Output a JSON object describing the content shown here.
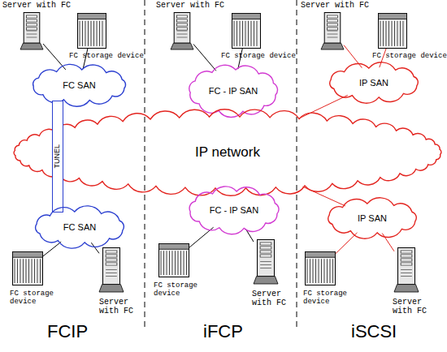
{
  "diagram": {
    "nodes": [
      {
        "text": [
          "Server with FC"
        ]
      },
      {
        "text": [
          "FC storage device"
        ]
      },
      {
        "text": [
          "Server with FC"
        ]
      },
      {
        "text": [
          "FC storage device"
        ]
      },
      {
        "text": [
          "Server with FC"
        ]
      },
      {
        "text": [
          "FC storage device"
        ]
      },
      {
        "text": [
          "FC SAN"
        ]
      },
      {
        "text": [
          "FC - IP SAN"
        ]
      },
      {
        "text": [
          "IP SAN"
        ]
      },
      {
        "text": [
          "IP network"
        ]
      },
      {
        "text": [
          "TUNEL"
        ]
      },
      {
        "text": [
          "FC SAN"
        ]
      },
      {
        "text": [
          "FC - IP SAN"
        ]
      },
      {
        "text": [
          "IP SAN"
        ]
      },
      {
        "text": [
          "FC storage device"
        ]
      },
      {
        "text": [
          "Server with FC"
        ]
      },
      {
        "text": [
          "FC storage device"
        ]
      },
      {
        "text": [
          "Server with FC"
        ]
      },
      {
        "text": [
          "FC storage device"
        ]
      },
      {
        "text": [
          "Server with FC"
        ]
      }
    ],
    "edges": [
      {
        "from": 0,
        "to": 6,
        "arrow": "none"
      },
      {
        "from": 1,
        "to": 6,
        "arrow": "none"
      },
      {
        "from": 2,
        "to": 7,
        "arrow": "none"
      },
      {
        "from": 3,
        "to": 7,
        "arrow": "none"
      },
      {
        "from": 4,
        "to": 8,
        "arrow": "none"
      },
      {
        "from": 5,
        "to": 8,
        "arrow": "none"
      },
      {
        "from": 8,
        "to": 9,
        "arrow": "none"
      },
      {
        "from": 13,
        "to": 9,
        "arrow": "none"
      },
      {
        "from": 11,
        "to": 14,
        "arrow": "none"
      },
      {
        "from": 11,
        "to": 15,
        "arrow": "none"
      },
      {
        "from": 12,
        "to": 16,
        "arrow": "none"
      },
      {
        "from": 12,
        "to": 17,
        "arrow": "none"
      },
      {
        "from": 13,
        "to": 18,
        "arrow": "none"
      },
      {
        "from": 13,
        "to": 19,
        "arrow": "none"
      }
    ],
    "labels": [
      "FCIP",
      "iFCP",
      "iSCSI"
    ]
  }
}
